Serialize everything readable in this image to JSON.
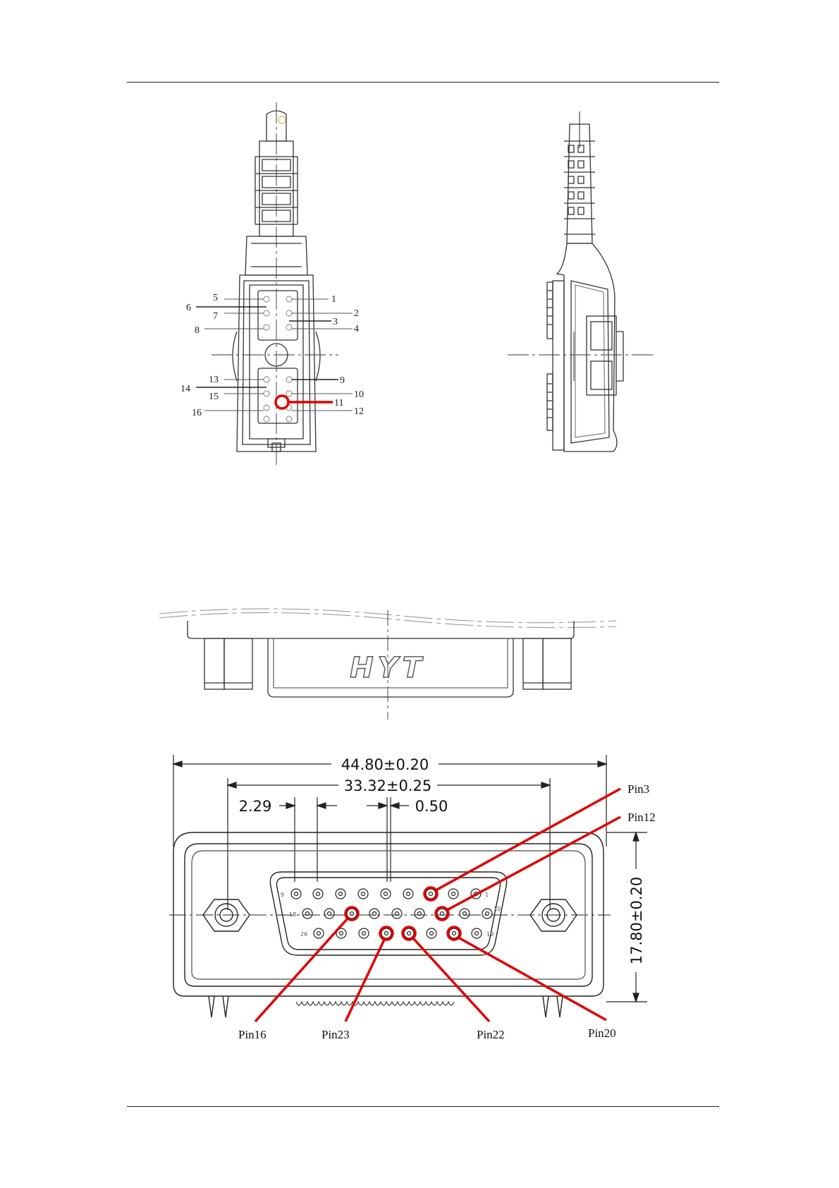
{
  "top_connector": {
    "pin_labels_left": [
      "5",
      "6",
      "7",
      "8",
      "13",
      "14",
      "15",
      "16"
    ],
    "pin_labels_right": [
      "1",
      "2",
      "3",
      "4",
      "9",
      "10",
      "11",
      "12"
    ],
    "highlighted_pin": "11"
  },
  "brand": {
    "logo_text": "HYT"
  },
  "dimensions": {
    "overall_width": "44.80±0.20",
    "mount_spacing": "33.32±0.25",
    "pin_pitch": "2.29",
    "pin_gap": "0.50",
    "height": "17.80±0.20"
  },
  "d_sub_row_numbers": {
    "row1_left": "9",
    "row1_right": "1",
    "row2_left": "18",
    "row2_right": "10",
    "row3_left": "26",
    "row3_right": "19"
  },
  "pin_callouts": [
    {
      "label": "Pin3"
    },
    {
      "label": "Pin12"
    },
    {
      "label": "Pin16"
    },
    {
      "label": "Pin23"
    },
    {
      "label": "Pin22"
    },
    {
      "label": "Pin20"
    }
  ],
  "colors": {
    "highlight": "#e00000",
    "line": "#333333"
  }
}
